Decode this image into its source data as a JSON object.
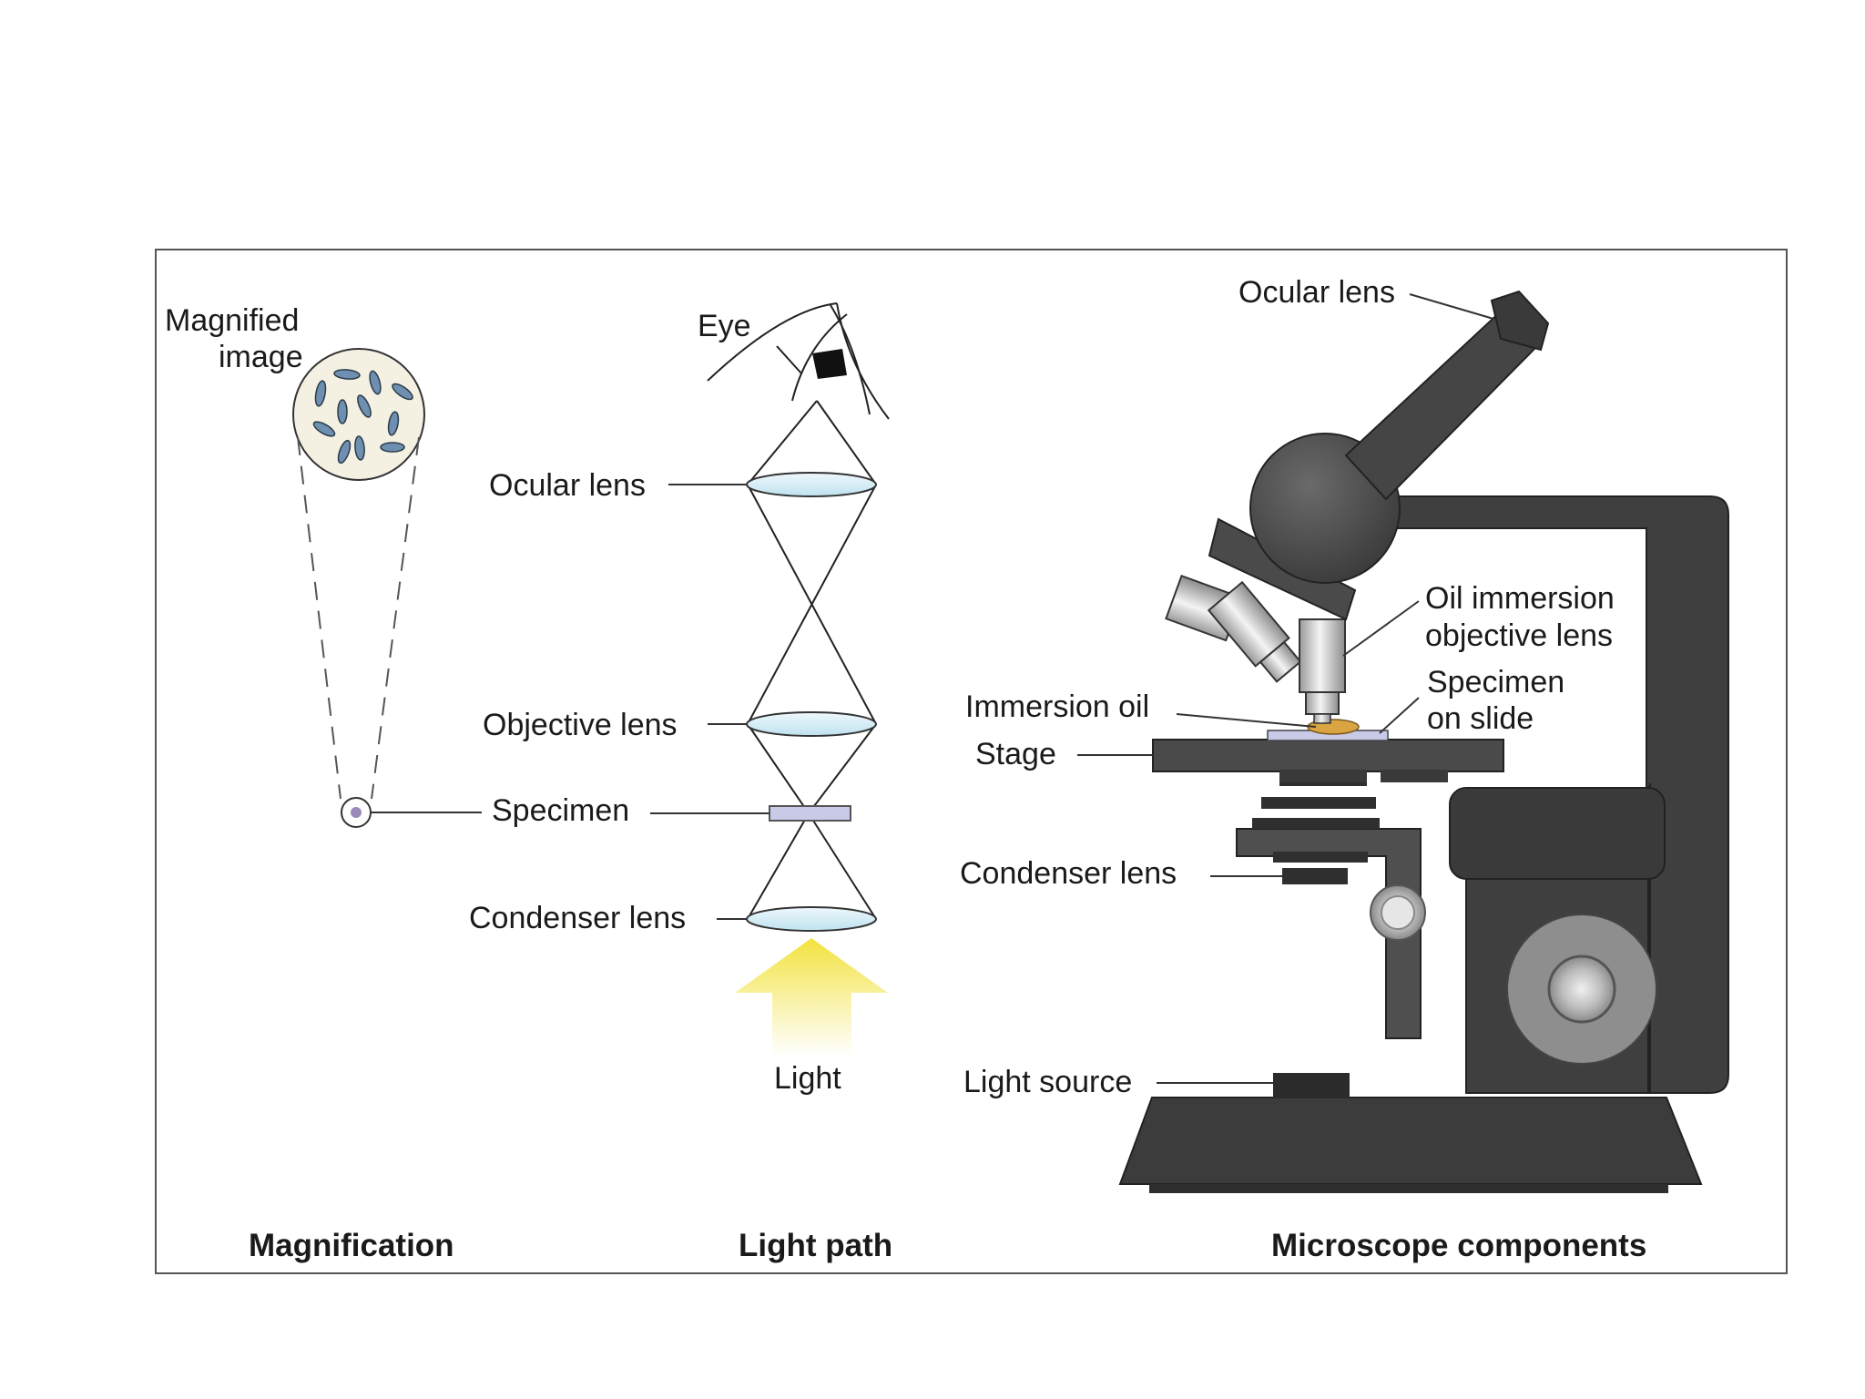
{
  "magnification": {
    "title": "Magnification",
    "magnified_image_line1": "Magnified",
    "magnified_image_line2": "image"
  },
  "light_path": {
    "title": "Light path",
    "eye": "Eye",
    "ocular_lens": "Ocular lens",
    "objective_lens": "Objective lens",
    "specimen": "Specimen",
    "condenser_lens": "Condenser lens",
    "light": "Light"
  },
  "components": {
    "title": "Microscope components",
    "ocular_lens": "Ocular lens",
    "oil_immersion_line1": "Oil immersion",
    "oil_immersion_line2": "objective lens",
    "specimen_line1": "Specimen",
    "specimen_line2": "on slide",
    "immersion_oil": "Immersion oil",
    "stage": "Stage",
    "condenser_lens": "Condenser lens",
    "light_source": "Light source"
  },
  "colors": {
    "microscope_body": "#4a4a4a",
    "microscope_dark": "#333333",
    "lens_fill": "#d6eef7",
    "light_arrow": "#f3e34a",
    "immersion_oil": "#d9a441",
    "slide": "#c9c9e8"
  }
}
